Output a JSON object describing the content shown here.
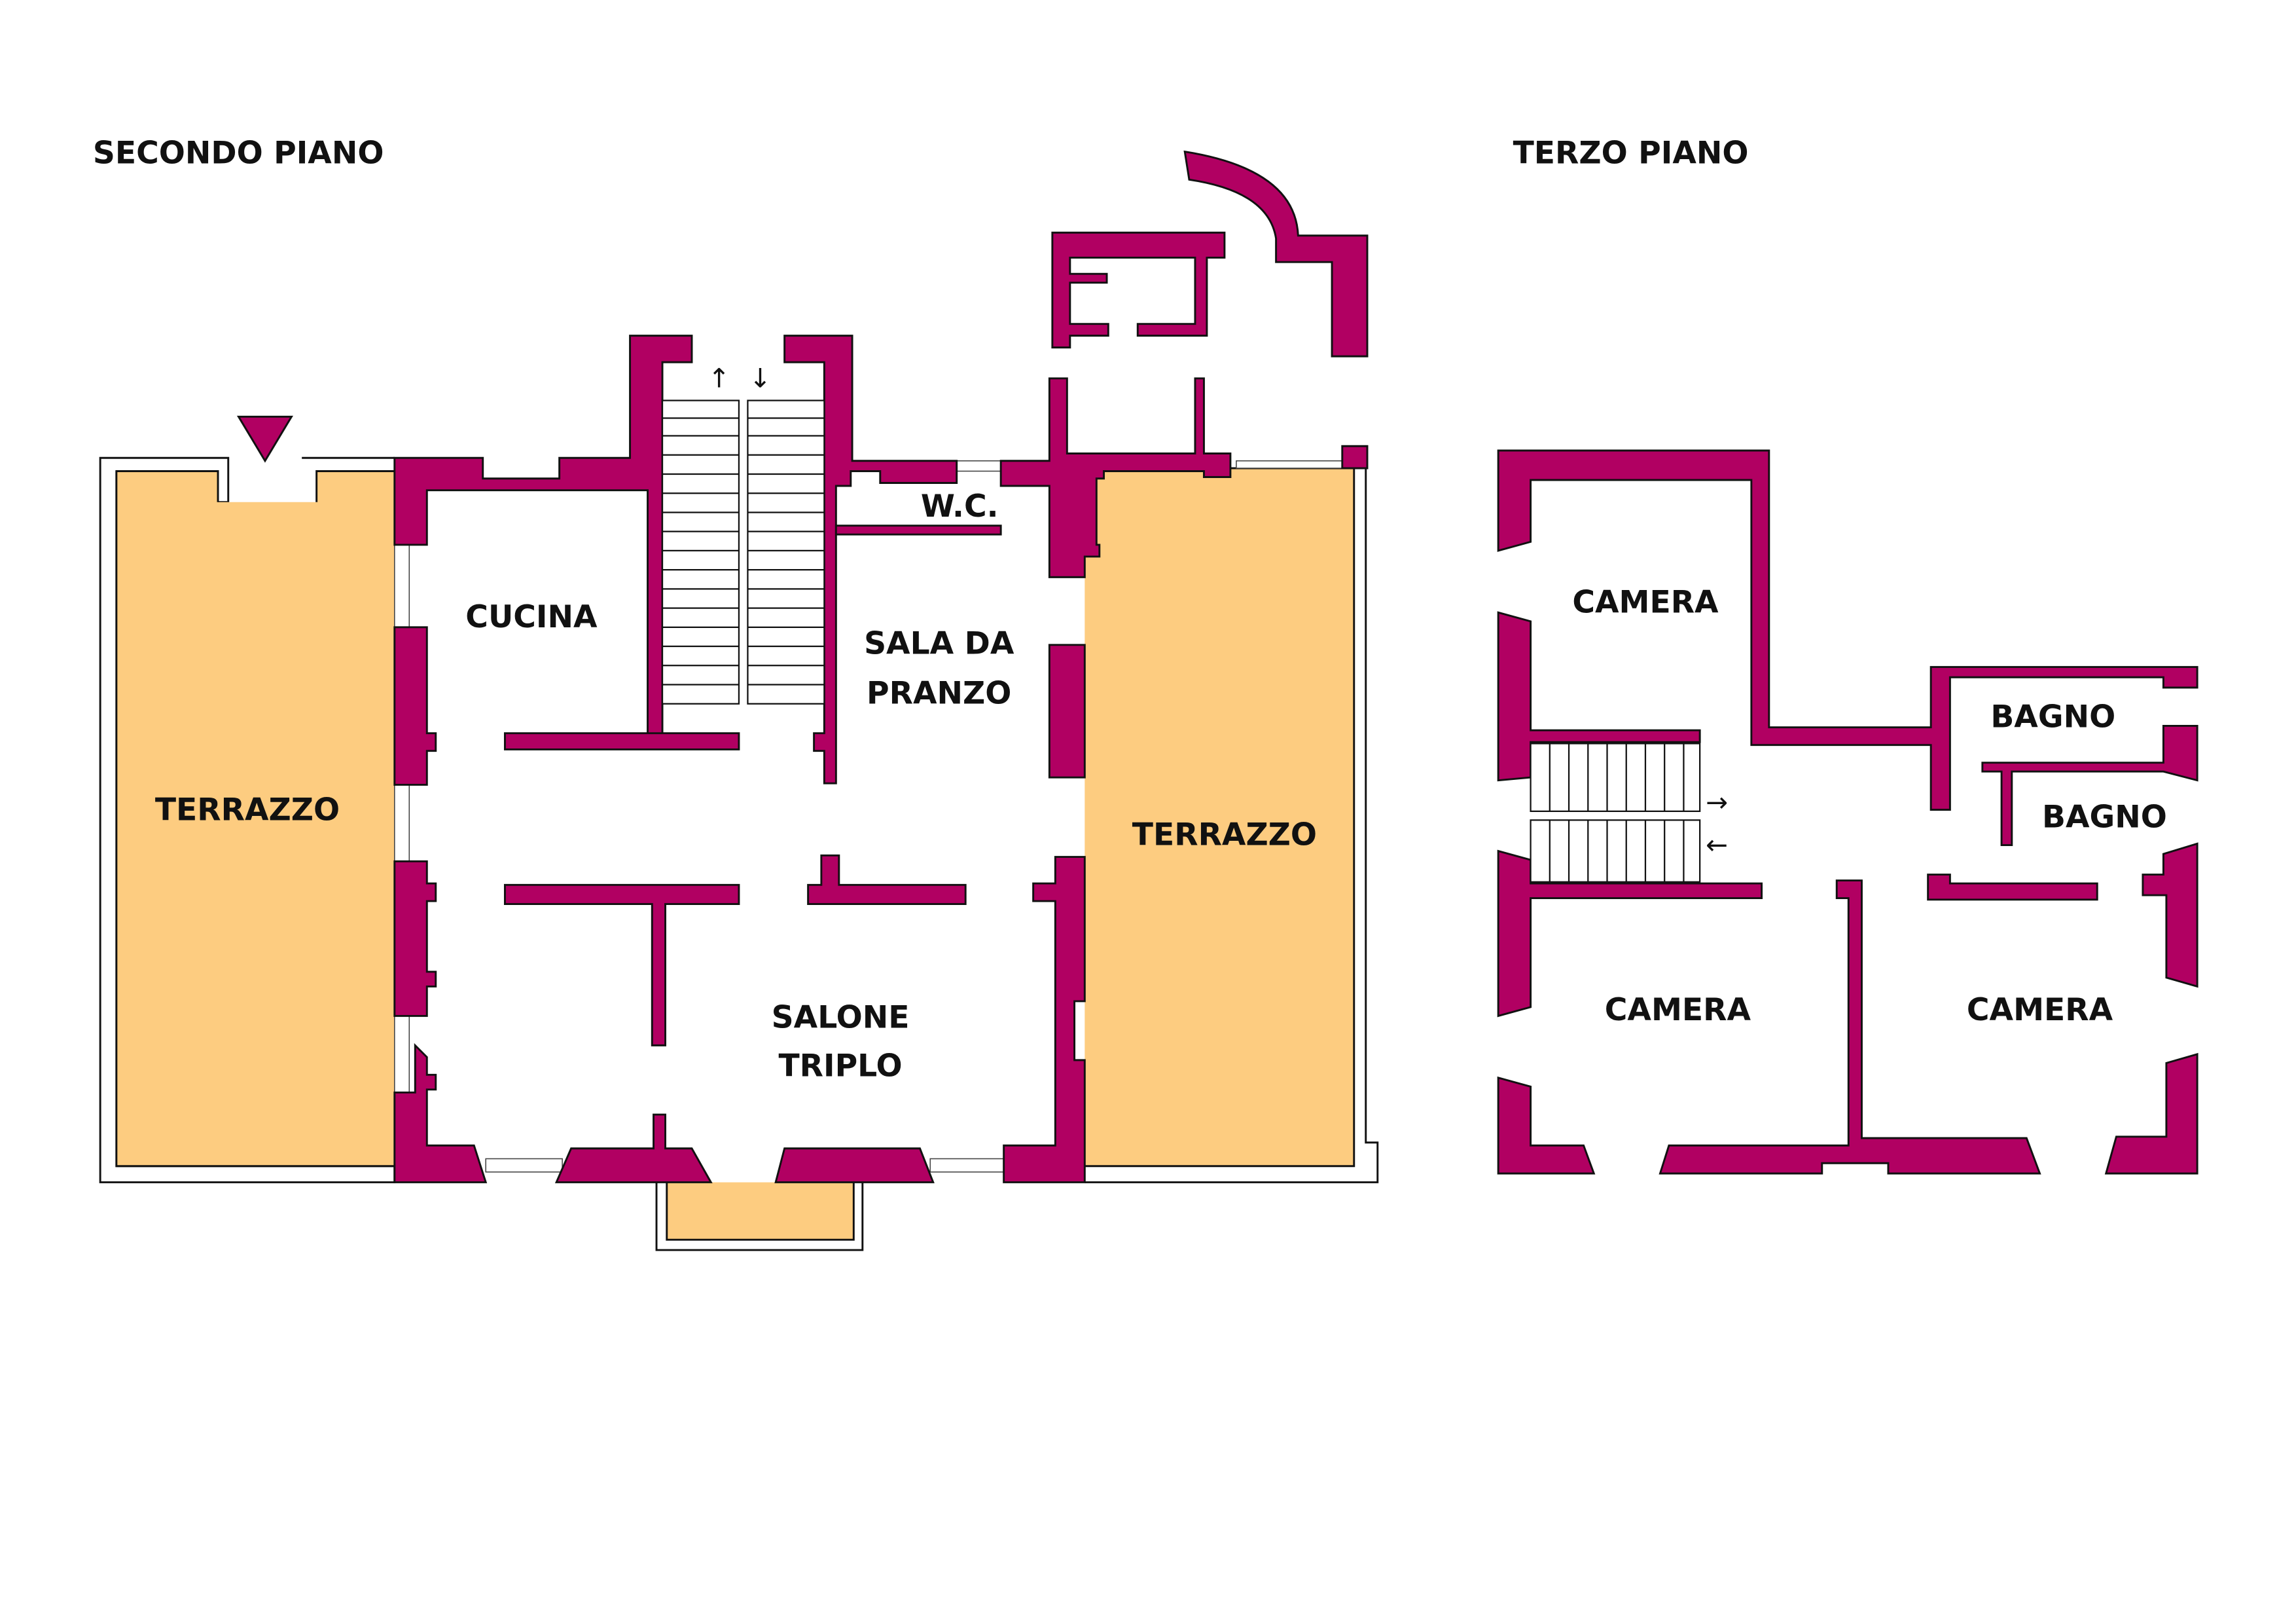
{
  "floors": [
    {
      "title": "SECONDO PIANO",
      "rooms": {
        "cucina": "CUCINA",
        "sala_1": "SALA DA",
        "sala_2": "PRANZO",
        "wc": "W.C.",
        "terrazzo_left": "TERRAZZO",
        "terrazzo_right": "TERRAZZO",
        "salone_1": "SALONE",
        "salone_2": "TRIPLO"
      }
    },
    {
      "title": "TERZO PIANO",
      "rooms": {
        "camera_top": "CAMERA",
        "bagno_1": "BAGNO",
        "bagno_2": "BAGNO",
        "camera_left": "CAMERA",
        "camera_right": "CAMERA"
      }
    }
  ],
  "arrows": {
    "up": "↑",
    "down": "↓",
    "right": "→",
    "left": "←"
  },
  "colors": {
    "wall": "#B10062",
    "terrace": "#FDCC80"
  }
}
